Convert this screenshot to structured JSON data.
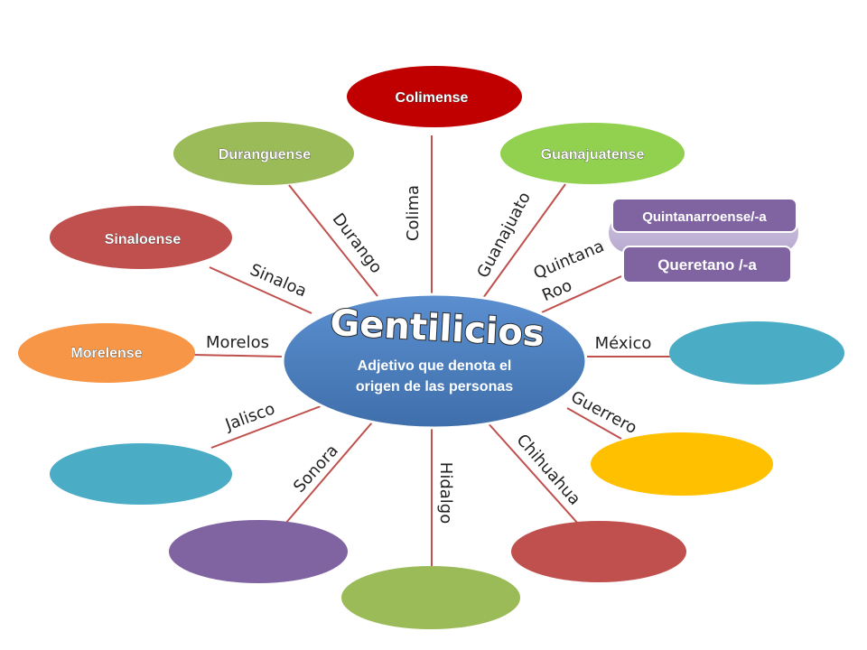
{
  "center": {
    "title": "Gentilicios",
    "subtitle_line1": "Adjetivo que denota el",
    "subtitle_line2": "origen de las personas",
    "color": "#4f81bd"
  },
  "states": {
    "colima": "Colima",
    "guanajuato": "Guanajuato",
    "quintana_roo_line1": "Quintana",
    "quintana_roo_line2": "Roo",
    "mexico": "México",
    "guerrero": "Guerrero",
    "chihuahua": "Chihuahua",
    "hidalgo": "Hidalgo",
    "sonora": "Sonora",
    "jalisco": "Jalisco",
    "morelos": "Morelos",
    "sinaloa": "Sinaloa",
    "durango": "Durango"
  },
  "gentilicios": {
    "colima": "Colimense",
    "guanajuato": "Guanajuatense",
    "durango": "Duranguense",
    "sinaloa": "Sinaloense",
    "morelos": "Morelense",
    "quintana_roo": "Quintanarroense/-a",
    "queretaro": "Queretano /-a"
  },
  "colors": {
    "colima": "#c00000",
    "guanajuato": "#92d050",
    "durango": "#9bbb59",
    "sinaloa": "#c0504d",
    "morelos": "#f79646",
    "mexico": "#4bacc6",
    "guerrero": "#ffc000",
    "chihuahua": "#c0504d",
    "hidalgo": "#9bbb59",
    "sonora": "#8064a2",
    "jalisco": "#4bacc6",
    "badge": "#8064a2",
    "connector": "#c0504d"
  }
}
